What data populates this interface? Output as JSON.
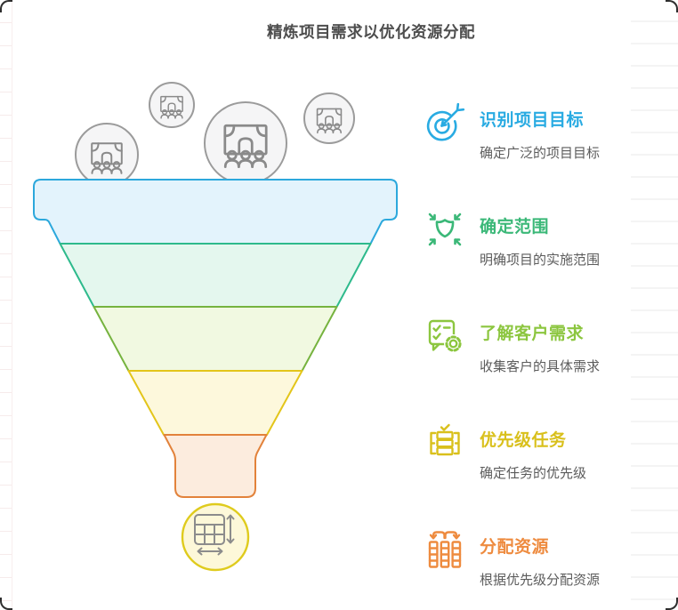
{
  "page": {
    "title": "精炼项目需求以优化资源分配"
  },
  "funnel": {
    "stages": [
      {
        "fill": "#E3F3FC",
        "stroke": "#2CA8DC"
      },
      {
        "fill": "#E4F7EE",
        "stroke": "#2EBA8C"
      },
      {
        "fill": "#F1F9E1",
        "stroke": "#76B33F"
      },
      {
        "fill": "#FDF8DC",
        "stroke": "#E3C51A"
      },
      {
        "fill": "#FCECDE",
        "stroke": "#E2823B"
      }
    ],
    "input_circles": {
      "icon": "meeting-people-icon",
      "count": 4,
      "fill": "#F5F5F6",
      "stroke": "#9B9B9B",
      "icon_color": "#8A8A8A"
    },
    "outlet": {
      "icon": "table-resize-icon",
      "fill": "#FDF8D9",
      "stroke": "#DFCB1D",
      "icon_color": "#8C8C8C"
    }
  },
  "items": [
    {
      "icon": "target-arrow-icon",
      "title": "识别项目目标",
      "description": "确定广泛的项目目标",
      "color": "#29ABE2"
    },
    {
      "icon": "shield-focus-icon",
      "title": "确定范围",
      "description": "明确项目的实施范围",
      "color": "#3BB878"
    },
    {
      "icon": "checklist-gear-icon",
      "title": "了解客户需求",
      "description": "收集客户的具体需求",
      "color": "#8CC63F"
    },
    {
      "icon": "priority-list-icon",
      "title": "优先级任务",
      "description": "确定任务的优先级",
      "color": "#D9C01C"
    },
    {
      "icon": "allocate-resources-icon",
      "title": "分配资源",
      "description": "根据优先级分配资源",
      "color": "#EE8B3F"
    }
  ]
}
